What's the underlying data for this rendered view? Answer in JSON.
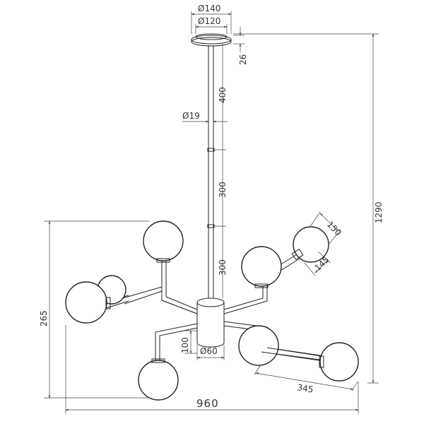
{
  "dimensions": {
    "canopy_outer_dia": "Ø140",
    "canopy_inner_dia": "Ø120",
    "canopy_height": "26",
    "rod_segment_top": "400",
    "rod_dia": "Ø19",
    "rod_segment_mid": "300",
    "rod_segment_low": "300",
    "total_height": "1290",
    "globe_dia": "150",
    "globe_height": "145",
    "arm_height": "265",
    "hub_height": "100",
    "hub_dia": "Ø60",
    "arm_length": "345",
    "total_width": "960"
  }
}
